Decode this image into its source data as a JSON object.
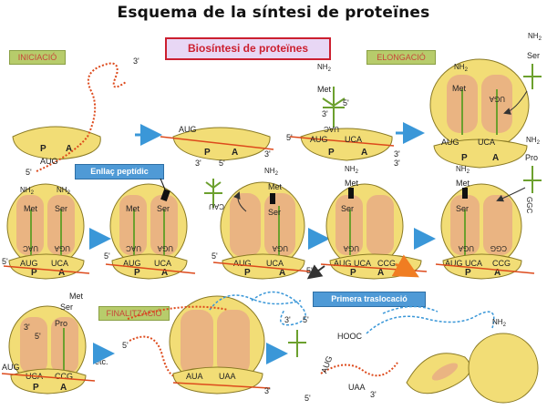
{
  "title": "Esquema de la síntesi de proteïnes",
  "boxed_title": "Biosíntesi de proteïnes",
  "stages": {
    "initiation": "INICIACIÓ",
    "elongation": "ELONGACIÓ",
    "termination": "FINALITZACIÓ"
  },
  "callouts": {
    "peptide_bond": "Enllaç peptídic",
    "translocation": "Primera traslocació"
  },
  "site_labels": {
    "p": "P",
    "a": "A"
  },
  "ends": {
    "three": "3'",
    "five": "5'",
    "etc": "etc."
  },
  "amino_acids": {
    "met": "Met",
    "ser": "Ser",
    "pro": "Pro",
    "nh2": "NH",
    "sub2": "2",
    "hooc": "HOOC"
  },
  "codons": {
    "aug": "AUG",
    "uca": "UCA",
    "ccg": "CCG",
    "aua": "AUA",
    "uaa": "UAA"
  },
  "anticodons": {
    "uac": "UAC",
    "uga": "UGA",
    "ggc": "GGC",
    "cau": "CAU",
    "cgg": "CGG"
  },
  "colors": {
    "ribosome": "#f2dd76",
    "ribosome_outline": "#8a7a24",
    "inner": "#eab482",
    "trna": "#6ca02e",
    "mrna": "#dd4a1c",
    "arrow": "#3a97d8",
    "title_box_border": "#cc1f2f",
    "stage_tag": "#b7cc6b",
    "callout": "#4f9ad6"
  }
}
